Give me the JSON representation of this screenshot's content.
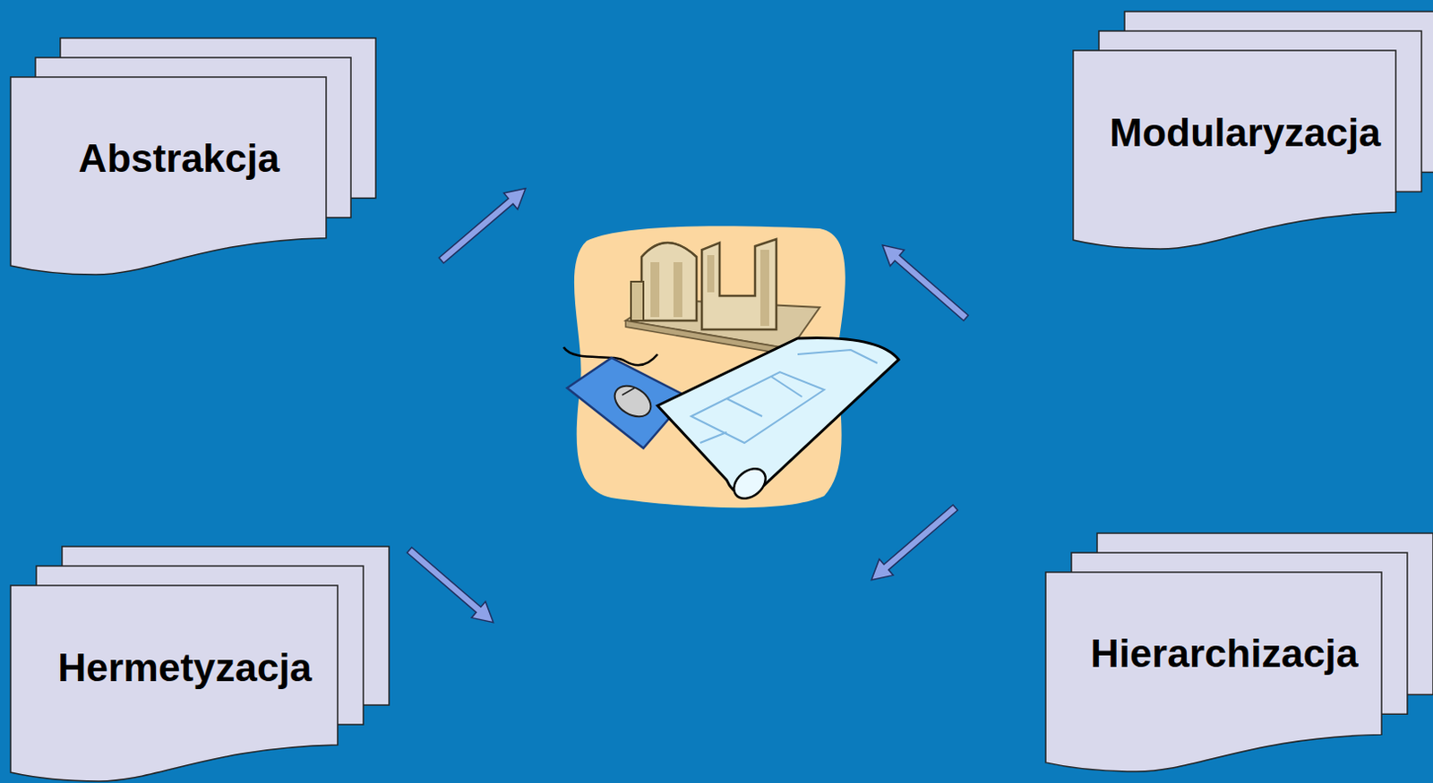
{
  "diagram": {
    "nodes": [
      {
        "text": [
          "Abstrakcja"
        ]
      },
      {
        "text": [
          "Modularyzacja"
        ]
      },
      {
        "text": [
          "Hermetyzacja"
        ]
      },
      {
        "text": [
          "Hierarchizacja"
        ]
      }
    ]
  }
}
